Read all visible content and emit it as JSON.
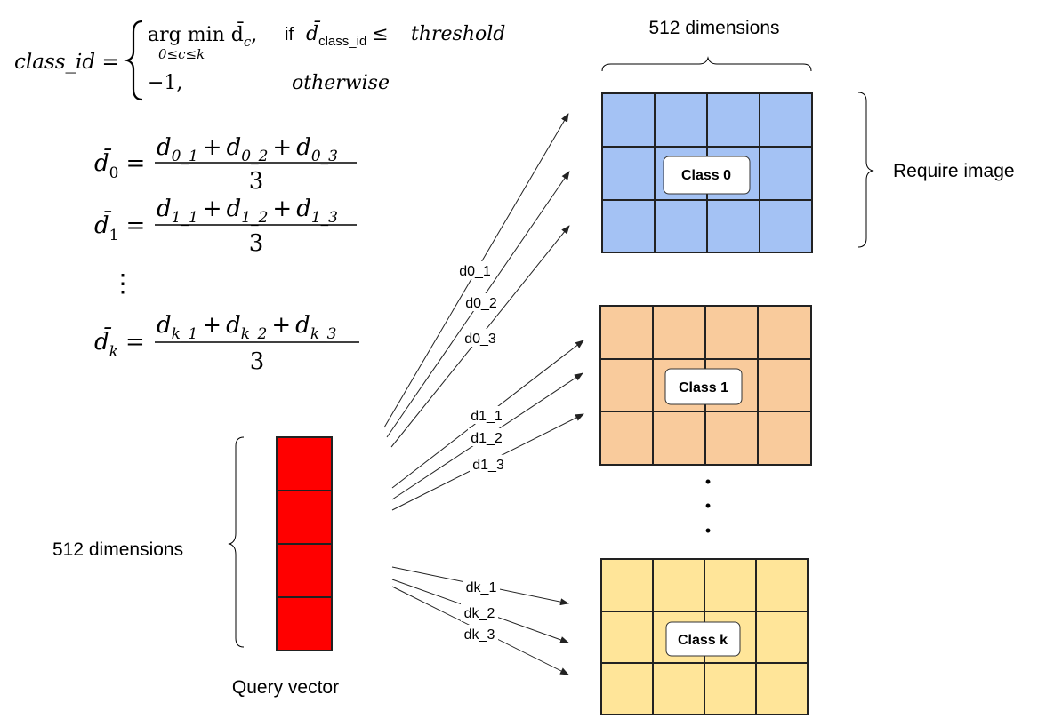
{
  "formula": {
    "lhs": "class_id =",
    "case1_expr": "arg min d̄",
    "case1_sub_c": "c",
    "case1_comma": ",",
    "case1_under": "0≤c≤k",
    "case1_if": "if",
    "case1_cond_var": "d̄",
    "case1_cond_sub": "class_id",
    "case1_cond_op": "≤",
    "case1_threshold": "threshold",
    "case2_value": "−1,",
    "case2_otherwise": "otherwise"
  },
  "averages": [
    {
      "lhs_var": "d̄",
      "lhs_sub": "0",
      "eq": "=",
      "t1": "d",
      "s1": "0_1",
      "t2": "d",
      "s2": "0_2",
      "t3": "d",
      "s3": "0_3",
      "plus": "+",
      "den": "3"
    },
    {
      "lhs_var": "d̄",
      "lhs_sub": "1",
      "eq": "=",
      "t1": "d",
      "s1": "1_1",
      "t2": "d",
      "s2": "1_2",
      "t3": "d",
      "s3": "1_3",
      "plus": "+",
      "den": "3"
    },
    {
      "lhs_var": "d̄",
      "lhs_sub": "k",
      "eq": "=",
      "t1": "d",
      "s1": "k_1",
      "t2": "d",
      "s2": "k_2",
      "t3": "d",
      "s3": "k_3",
      "plus": "+",
      "den": "3"
    }
  ],
  "vdots": "⋮",
  "query": {
    "dims_label": "512 dimensions",
    "caption": "Query vector",
    "color": "#ff0000"
  },
  "classes_top_label": "512 dimensions",
  "classes": [
    {
      "label": "Class 0",
      "color": "#a4c2f4"
    },
    {
      "label": "Class 1",
      "color": "#f9cb9c"
    },
    {
      "label": "Class k",
      "color": "#ffe599"
    }
  ],
  "class_dots": "•",
  "require_label": "Require image",
  "distance_labels": [
    "d0_1",
    "d0_2",
    "d0_3",
    "d1_1",
    "d1_2",
    "d1_3",
    "dk_1",
    "dk_2",
    "dk_3"
  ]
}
